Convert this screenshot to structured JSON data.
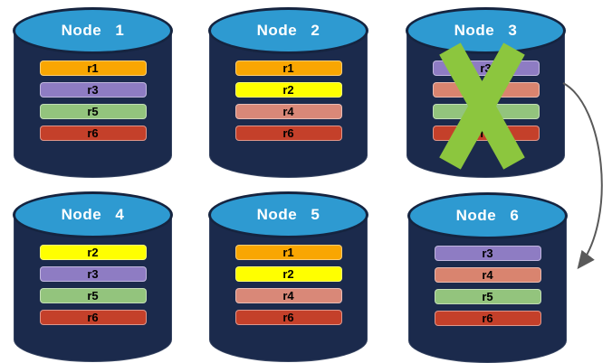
{
  "colors": {
    "background": "#ffffff",
    "cylinder_body": "#1b2a4c",
    "cylinder_top": "#2e9ad1",
    "cylinder_outline": "#152440",
    "title_text": "#ffffff",
    "bar_text": "#000000",
    "failure_cross": "#8cc63e",
    "arrow": "#595959"
  },
  "replica_colors": {
    "r1": "#f9a602",
    "r2": "#ffff00",
    "r3": "#8e7cc3",
    "r4": "#d9846f",
    "r5": "#93c47d",
    "r6": "#c4402a"
  },
  "nodes": [
    {
      "title": "Node 1",
      "failed": false,
      "replicas": [
        {
          "label": "r1",
          "color": "#f9a602"
        },
        {
          "label": "r3",
          "color": "#8e7cc3"
        },
        {
          "label": "r5",
          "color": "#93c47d"
        },
        {
          "label": "r6",
          "color": "#c4402a"
        }
      ]
    },
    {
      "title": "Node 2",
      "failed": false,
      "replicas": [
        {
          "label": "r1",
          "color": "#f9a602"
        },
        {
          "label": "r2",
          "color": "#ffff00"
        },
        {
          "label": "r4",
          "color": "#d98878"
        },
        {
          "label": "r6",
          "color": "#c4402a"
        }
      ]
    },
    {
      "title": "Node 3",
      "failed": true,
      "replicas": [
        {
          "label": "r3",
          "color": "#8e7cc3"
        },
        {
          "label": "r4",
          "color": "#d9846f"
        },
        {
          "label": "r5",
          "color": "#93c47d"
        },
        {
          "label": "r6",
          "color": "#c4402a"
        }
      ]
    },
    {
      "title": "Node 4",
      "failed": false,
      "replicas": [
        {
          "label": "r2",
          "color": "#ffff00"
        },
        {
          "label": "r3",
          "color": "#8e7cc3"
        },
        {
          "label": "r5",
          "color": "#93c47d"
        },
        {
          "label": "r6",
          "color": "#c4402a"
        }
      ]
    },
    {
      "title": "Node 5",
      "failed": false,
      "replicas": [
        {
          "label": "r1",
          "color": "#f9a602"
        },
        {
          "label": "r2",
          "color": "#ffff00"
        },
        {
          "label": "r4",
          "color": "#d98878"
        },
        {
          "label": "r6",
          "color": "#c4402a"
        }
      ]
    },
    {
      "title": "Node 6",
      "failed": false,
      "replicas": [
        {
          "label": "r3",
          "color": "#8e7cc3"
        },
        {
          "label": "r4",
          "color": "#d9846f"
        },
        {
          "label": "r5",
          "color": "#93c47d"
        },
        {
          "label": "r6",
          "color": "#c4402a"
        }
      ]
    }
  ],
  "failure_cross": {
    "node": "Node 3",
    "color": "#8cc63e"
  },
  "failover_arrow": {
    "from": "Node 3",
    "to": "Node 6",
    "color": "#595959"
  }
}
